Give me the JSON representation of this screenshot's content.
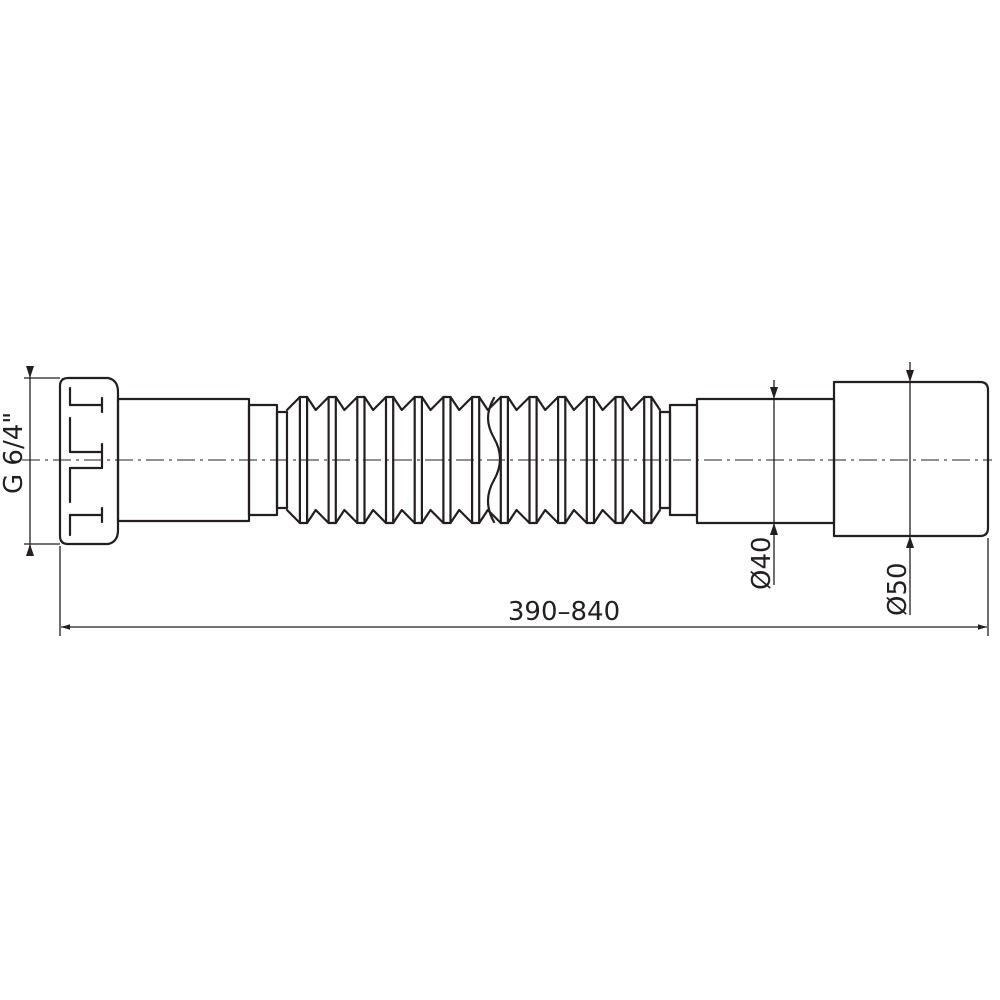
{
  "dimensions": {
    "thread": "G 6/4\"",
    "length": "390–840",
    "diameter_small": "Ø40",
    "diameter_large": "Ø50"
  },
  "colors": {
    "line": "#231f20",
    "background": "#ffffff"
  }
}
